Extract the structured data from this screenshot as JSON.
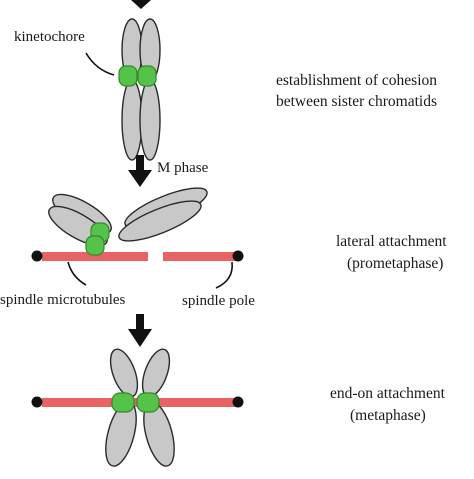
{
  "labels": {
    "kinetochore": "kinetochore",
    "m_phase": "M phase",
    "spindle_microtubules": "spindle microtubules",
    "spindle_pole": "spindle pole"
  },
  "stages": [
    {
      "line1": "establishment of cohesion",
      "line2": "between sister chromatids"
    },
    {
      "line1": "lateral attachment",
      "line2": "(prometaphase)"
    },
    {
      "line1": "end-on attachment",
      "line2": "(metaphase)"
    }
  ],
  "colors": {
    "chromatid_fill": "#c8c8c8",
    "chromatid_stroke": "#2a2a2a",
    "kinetochore": "#55c34a",
    "kinetochore_stroke": "#2f8a2a",
    "microtubule": "#e86464",
    "pole": "#111111",
    "arrow": "#111111"
  }
}
